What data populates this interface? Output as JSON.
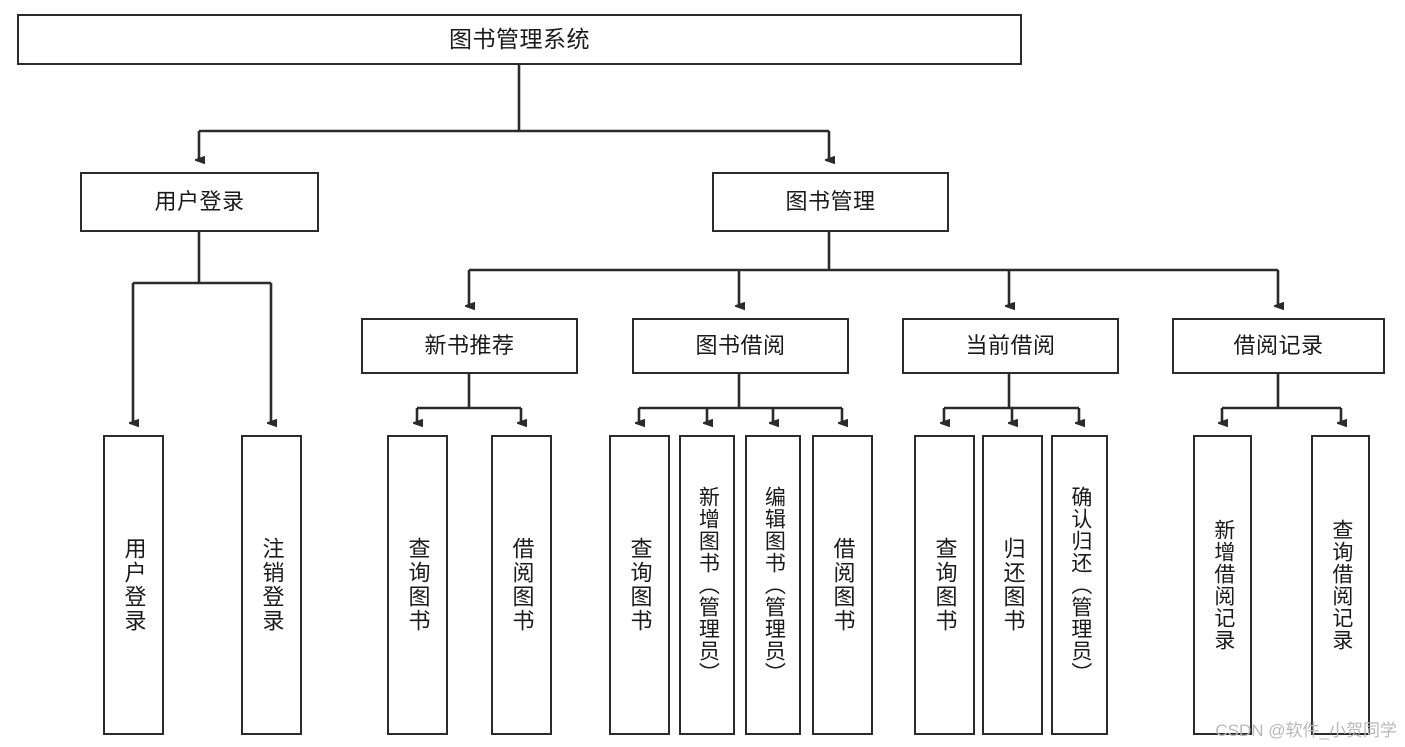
{
  "diagram": {
    "title": "图书管理系统",
    "type": "tree",
    "orientation": "top-down",
    "colors": {
      "background": "#ffffff",
      "box_border": "#2b2b2b",
      "box_fill": "#ffffff",
      "edge": "#2b2b2b",
      "text": "#1a1a1a",
      "watermark": "#b9b9b9"
    },
    "nodes": {
      "root": {
        "label": "图书管理系统",
        "level": 1
      },
      "user_login": {
        "label": "用户登录",
        "level": 2
      },
      "book_manage": {
        "label": "图书管理",
        "level": 2
      },
      "new_book_rec": {
        "label": "新书推荐",
        "level": 3
      },
      "book_borrow": {
        "label": "图书借阅",
        "level": 3
      },
      "current_borrow": {
        "label": "当前借阅",
        "level": 3
      },
      "borrow_record": {
        "label": "借阅记录",
        "level": 3
      },
      "leaf_user_login": {
        "label": "用户登录",
        "level": 3
      },
      "leaf_user_logout": {
        "label": "注销登录",
        "level": 3
      },
      "leaf_query_book_a": {
        "label": "查询图书",
        "level": 4
      },
      "leaf_borrow_book_a": {
        "label": "借阅图书",
        "level": 4
      },
      "leaf_query_book_b": {
        "label": "查询图书",
        "level": 4
      },
      "leaf_add_book": {
        "label": "新增图书（管理员）",
        "level": 4
      },
      "leaf_edit_book": {
        "label": "编辑图书（管理员）",
        "level": 4
      },
      "leaf_borrow_book_b": {
        "label": "借阅图书",
        "level": 4
      },
      "leaf_query_book_c": {
        "label": "查询图书",
        "level": 4
      },
      "leaf_return_book": {
        "label": "归还图书",
        "level": 4
      },
      "leaf_confirm_return": {
        "label": "确认归还（管理员）",
        "level": 4
      },
      "leaf_add_record": {
        "label": "新增借阅记录",
        "level": 4
      },
      "leaf_query_record": {
        "label": "查询借阅记录",
        "level": 4
      }
    },
    "edges": [
      {
        "from": "root",
        "to": "user_login"
      },
      {
        "from": "root",
        "to": "book_manage"
      },
      {
        "from": "user_login",
        "to": "leaf_user_login"
      },
      {
        "from": "user_login",
        "to": "leaf_user_logout"
      },
      {
        "from": "book_manage",
        "to": "new_book_rec"
      },
      {
        "from": "book_manage",
        "to": "book_borrow"
      },
      {
        "from": "book_manage",
        "to": "current_borrow"
      },
      {
        "from": "book_manage",
        "to": "borrow_record"
      },
      {
        "from": "new_book_rec",
        "to": "leaf_query_book_a"
      },
      {
        "from": "new_book_rec",
        "to": "leaf_borrow_book_a"
      },
      {
        "from": "book_borrow",
        "to": "leaf_query_book_b"
      },
      {
        "from": "book_borrow",
        "to": "leaf_add_book"
      },
      {
        "from": "book_borrow",
        "to": "leaf_edit_book"
      },
      {
        "from": "book_borrow",
        "to": "leaf_borrow_book_b"
      },
      {
        "from": "current_borrow",
        "to": "leaf_query_book_c"
      },
      {
        "from": "current_borrow",
        "to": "leaf_return_book"
      },
      {
        "from": "current_borrow",
        "to": "leaf_confirm_return"
      },
      {
        "from": "borrow_record",
        "to": "leaf_add_record"
      },
      {
        "from": "borrow_record",
        "to": "leaf_query_record"
      }
    ]
  },
  "watermark": {
    "text": "CSDN @软件_小贺同学"
  }
}
